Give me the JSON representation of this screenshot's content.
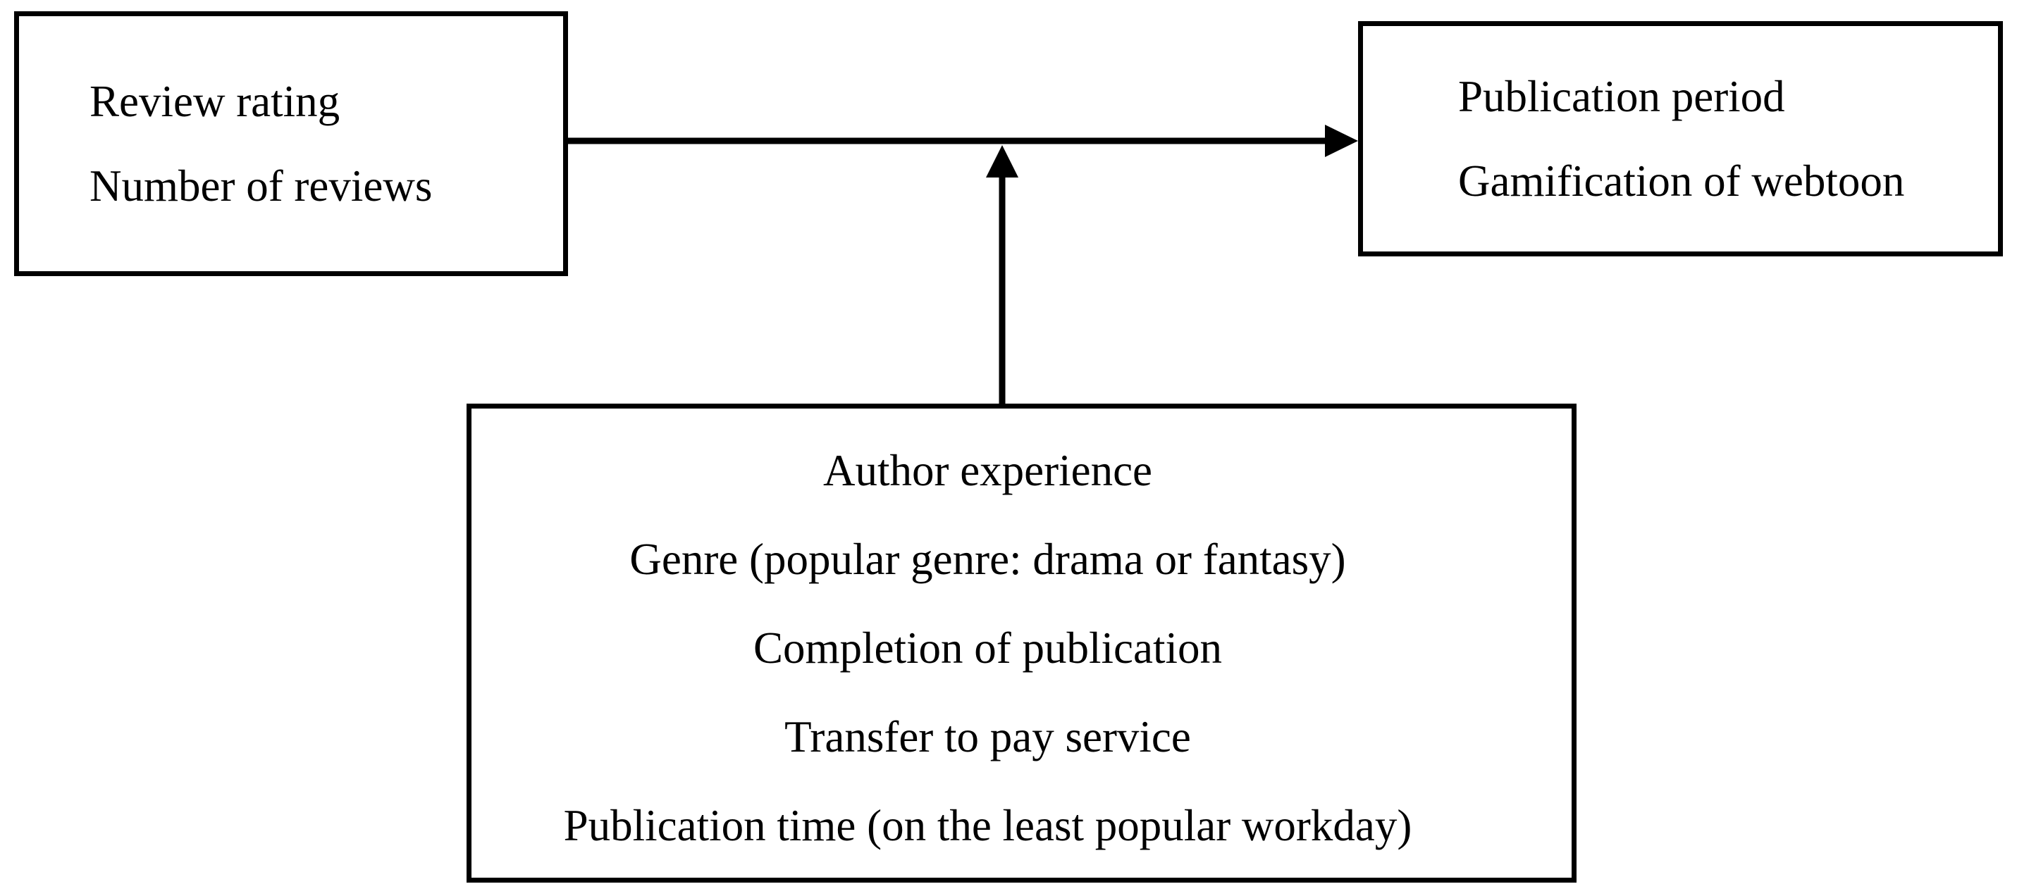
{
  "diagram": {
    "predictor_box": {
      "lines": [
        "Review rating",
        "Number of reviews"
      ]
    },
    "outcome_box": {
      "lines": [
        "Publication period",
        "Gamification of webtoon"
      ]
    },
    "moderator_box": {
      "lines": [
        "Author experience",
        "Genre (popular genre: drama or fantasy)",
        "Completion of publication",
        "Transfer to pay service",
        "Publication time (on the least popular workday)"
      ]
    },
    "colors": {
      "stroke": "#000000",
      "background": "#ffffff",
      "text": "#000000"
    }
  }
}
